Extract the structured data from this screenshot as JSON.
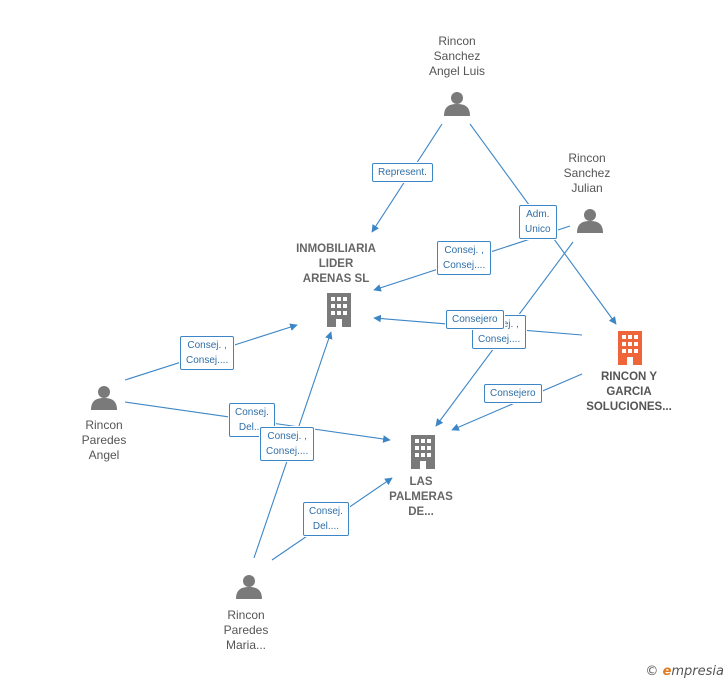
{
  "nodes": {
    "rincon_sanchez_luis": {
      "label": "Rincon\nSanchez\nAngel Luis",
      "kind": "person"
    },
    "rincon_sanchez_julian": {
      "label": "Rincon\nSanchez\nJulian",
      "kind": "person"
    },
    "inmobiliaria": {
      "label": "INMOBILIARIA\nLIDER\nARENAS SL",
      "kind": "company"
    },
    "rincon_garcia": {
      "label": "RINCON Y\nGARCIA\nSOLUCIONES...",
      "kind": "company-main"
    },
    "rincon_paredes_angel": {
      "label": "Rincon\nParedes\nAngel",
      "kind": "person"
    },
    "las_palmeras": {
      "label": "LAS\nPALMERAS\nDE...",
      "kind": "company"
    },
    "rincon_paredes_maria": {
      "label": "Rincon\nParedes\nMaria...",
      "kind": "person"
    }
  },
  "edge_labels": {
    "represent": "Represent.",
    "adm_unico": "Adm.\nUnico",
    "julian_inmob": "Consej. ,\nConsej....",
    "consejero_1": "Consejero",
    "julian_palmeras": "Consej. ,\nConsej....",
    "angel_inmob": "Consej. ,\nConsej....",
    "angel_palmeras": "Consej.\nDel....",
    "maria_inmob": "Consej. ,\nConsej....",
    "garcia_palmeras": "Consejero",
    "maria_palmeras": "Consej.\nDel...."
  },
  "colors": {
    "edge": "#3d86c6",
    "icon_gray": "#7a7a7a",
    "main_company": "#f0643a"
  },
  "footer": {
    "copyright": "©",
    "brand_initial": "e",
    "brand_rest": "mpresia"
  }
}
